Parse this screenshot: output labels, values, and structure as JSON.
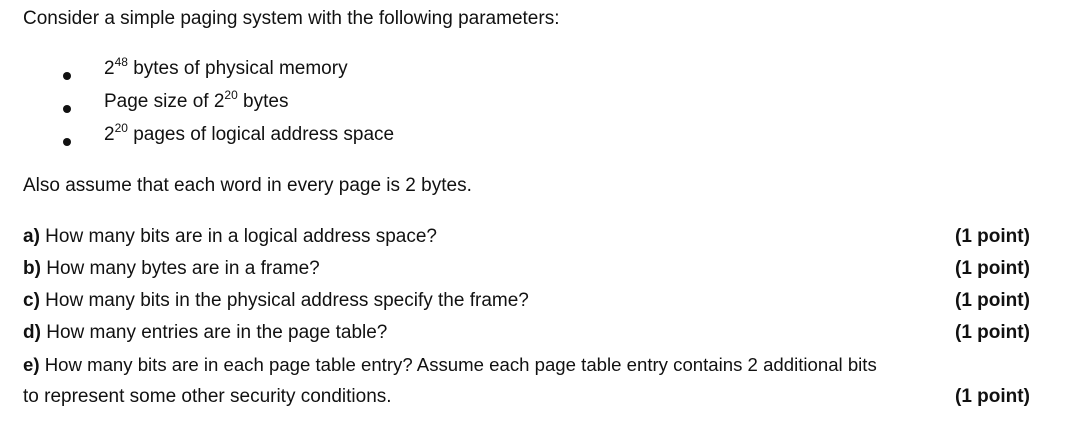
{
  "intro": "Consider a simple paging system with the following parameters:",
  "bullets": [
    {
      "base": "2",
      "exp": "48",
      "pre": "",
      "post": " bytes of physical memory"
    },
    {
      "pre": "Page size of ",
      "base": "2",
      "exp": "20",
      "post": " bytes"
    },
    {
      "pre": "",
      "base": "2",
      "exp": "20",
      "post": " pages of logical address space"
    }
  ],
  "assumption": "Also assume that each word in every page is 2 bytes.",
  "questions": [
    {
      "label": "a)",
      "text": " How many bits are in a logical address space?",
      "points": "(1 point)"
    },
    {
      "label": "b)",
      "text": " How many bytes are in a frame?",
      "points": "(1 point)"
    },
    {
      "label": "c)",
      "text": " How many bits in the physical address specify the frame?",
      "points": "(1 point)"
    },
    {
      "label": "d)",
      "text": " How many entries are in the page table?",
      "points": "(1 point)"
    },
    {
      "label": "e)",
      "text": " How many bits are in each page table entry? Assume each page table entry contains 2 additional bits",
      "continuation": "to represent some other security conditions.",
      "points": "(1 point)"
    }
  ]
}
